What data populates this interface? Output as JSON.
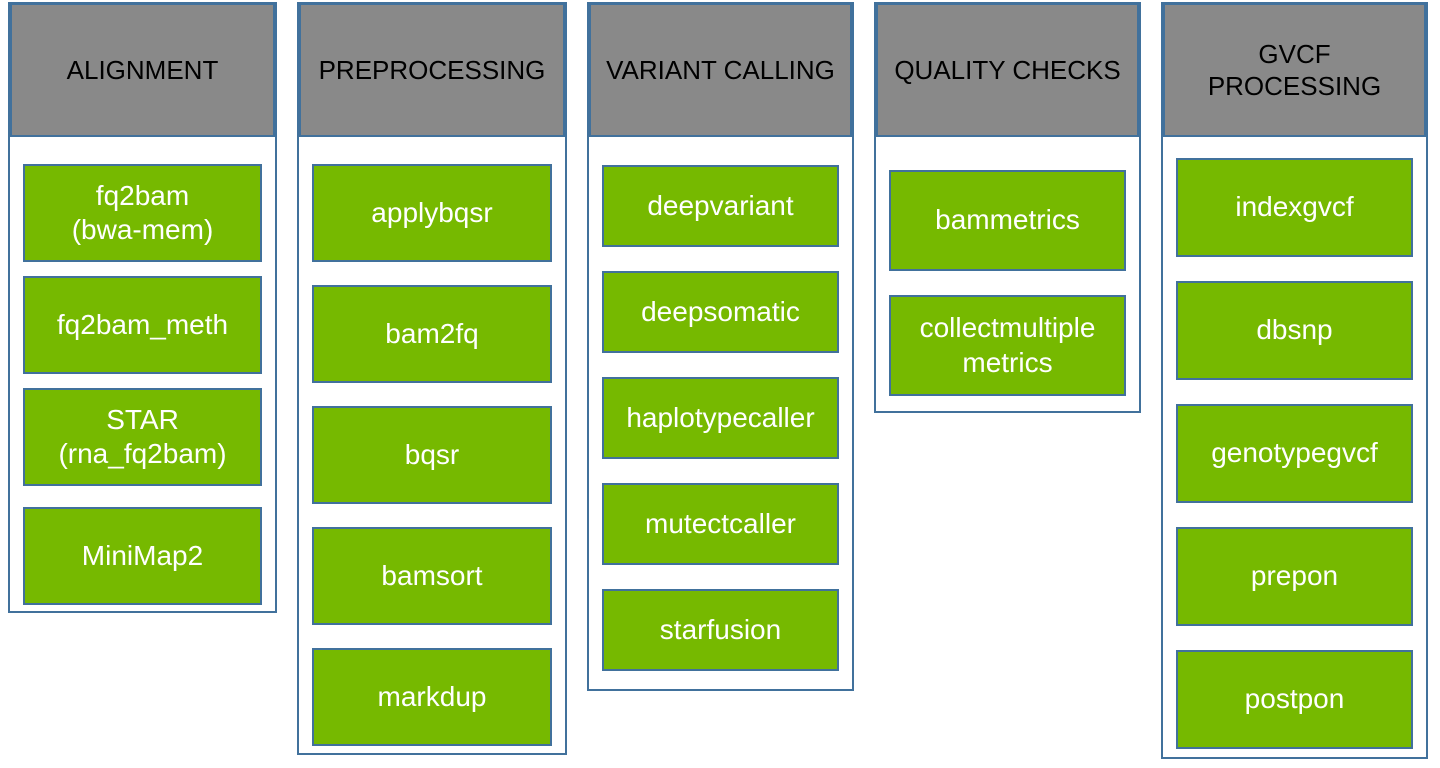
{
  "diagram": {
    "columns": [
      {
        "id": "alignment",
        "title": "ALIGNMENT",
        "items": [
          "fq2bam\n(bwa-mem)",
          "fq2bam_meth",
          "STAR\n(rna_fq2bam)",
          "MiniMap2"
        ]
      },
      {
        "id": "preprocessing",
        "title": "PREPROCESSING",
        "items": [
          "applybqsr",
          "bam2fq",
          "bqsr",
          "bamsort",
          "markdup"
        ]
      },
      {
        "id": "variant-calling",
        "title": "VARIANT CALLING",
        "items": [
          "deepvariant",
          "deepsomatic",
          "haplotypecaller",
          "mutectcaller",
          "starfusion"
        ]
      },
      {
        "id": "quality-checks",
        "title": "QUALITY CHECKS",
        "items": [
          "bammetrics",
          "collectmultiple\nmetrics"
        ]
      },
      {
        "id": "gvcf-processing",
        "title": "GVCF\nPROCESSING",
        "items": [
          "indexgvcf",
          "dbsnp",
          "genotypegvcf",
          "prepon",
          "postpon"
        ]
      }
    ],
    "colors": {
      "box_green": "#76b900",
      "header_gray": "#898989",
      "border_blue": "#41719c",
      "box_text": "#ffffff",
      "header_text": "#000000"
    }
  }
}
